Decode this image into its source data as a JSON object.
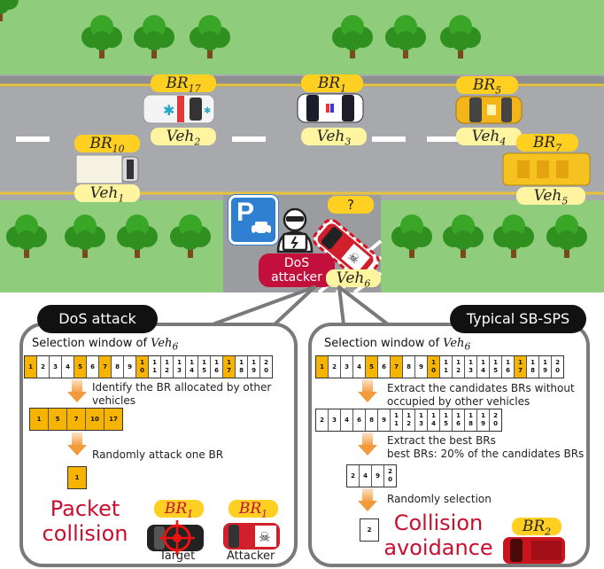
{
  "scene": {
    "vehicles": [
      {
        "br": "BR",
        "br_sub": "17",
        "veh": "Veh",
        "veh_sub": "2"
      },
      {
        "br": "BR",
        "br_sub": "1",
        "veh": "Veh",
        "veh_sub": "3"
      },
      {
        "br": "BR",
        "br_sub": "5",
        "veh": "Veh",
        "veh_sub": "4"
      },
      {
        "br": "BR",
        "br_sub": "10",
        "veh": "Veh",
        "veh_sub": "1"
      },
      {
        "br": "BR",
        "br_sub": "7",
        "veh": "Veh",
        "veh_sub": "5"
      }
    ],
    "attacker_label": "?",
    "dos_attacker_line1": "DoS",
    "dos_attacker_line2": "attacker",
    "attacker_veh": "Veh",
    "attacker_veh_sub": "6",
    "parking_letter": "P"
  },
  "left": {
    "tab": "DoS attack",
    "window_prefix": "Selection window of ",
    "window_var": "Veh",
    "window_sub": "6",
    "window_cells": [
      {
        "top": "1",
        "bottom": "",
        "hl": true
      },
      {
        "top": "2",
        "bottom": "",
        "hl": false
      },
      {
        "top": "3",
        "bottom": "",
        "hl": false
      },
      {
        "top": "4",
        "bottom": "",
        "hl": false
      },
      {
        "top": "5",
        "bottom": "",
        "hl": true
      },
      {
        "top": "6",
        "bottom": "",
        "hl": false
      },
      {
        "top": "7",
        "bottom": "",
        "hl": true
      },
      {
        "top": "8",
        "bottom": "",
        "hl": false
      },
      {
        "top": "9",
        "bottom": "",
        "hl": false
      },
      {
        "top": "1",
        "bottom": "0",
        "hl": true
      },
      {
        "top": "1",
        "bottom": "1",
        "hl": false
      },
      {
        "top": "1",
        "bottom": "2",
        "hl": false
      },
      {
        "top": "1",
        "bottom": "3",
        "hl": false
      },
      {
        "top": "1",
        "bottom": "4",
        "hl": false
      },
      {
        "top": "1",
        "bottom": "5",
        "hl": false
      },
      {
        "top": "1",
        "bottom": "6",
        "hl": false
      },
      {
        "top": "1",
        "bottom": "7",
        "hl": true
      },
      {
        "top": "1",
        "bottom": "8",
        "hl": false
      },
      {
        "top": "1",
        "bottom": "9",
        "hl": false
      },
      {
        "top": "2",
        "bottom": "0",
        "hl": false
      }
    ],
    "step1": "Identify the BR allocated by other vehicles",
    "step1_cells": [
      "1",
      "5",
      "7",
      "10",
      "17"
    ],
    "step2": "Randomly attack one BR",
    "step2_cells": [
      "1"
    ],
    "result_line1": "Packet",
    "result_line2": "collision",
    "target_br": "BR",
    "target_br_sub": "1",
    "attacker_br": "BR",
    "attacker_br_sub": "1",
    "target_caption": "Target",
    "attacker_caption": "Attacker"
  },
  "right": {
    "tab": "Typical SB-SPS",
    "window_prefix": "Selection window of ",
    "window_var": "Veh",
    "window_sub": "6",
    "window_cells": [
      {
        "top": "1",
        "bottom": "",
        "hl": true
      },
      {
        "top": "2",
        "bottom": "",
        "hl": false
      },
      {
        "top": "3",
        "bottom": "",
        "hl": false
      },
      {
        "top": "4",
        "bottom": "",
        "hl": false
      },
      {
        "top": "5",
        "bottom": "",
        "hl": true
      },
      {
        "top": "6",
        "bottom": "",
        "hl": false
      },
      {
        "top": "7",
        "bottom": "",
        "hl": true
      },
      {
        "top": "8",
        "bottom": "",
        "hl": false
      },
      {
        "top": "9",
        "bottom": "",
        "hl": false
      },
      {
        "top": "1",
        "bottom": "0",
        "hl": true
      },
      {
        "top": "1",
        "bottom": "1",
        "hl": false
      },
      {
        "top": "1",
        "bottom": "2",
        "hl": false
      },
      {
        "top": "1",
        "bottom": "3",
        "hl": false
      },
      {
        "top": "1",
        "bottom": "4",
        "hl": false
      },
      {
        "top": "1",
        "bottom": "5",
        "hl": false
      },
      {
        "top": "1",
        "bottom": "6",
        "hl": false
      },
      {
        "top": "1",
        "bottom": "7",
        "hl": true
      },
      {
        "top": "1",
        "bottom": "8",
        "hl": false
      },
      {
        "top": "1",
        "bottom": "9",
        "hl": false
      },
      {
        "top": "2",
        "bottom": "0",
        "hl": false
      }
    ],
    "step1": "Extract the candidates BRs without occupied by other vehicles",
    "step1_cells": [
      {
        "top": "2",
        "bottom": ""
      },
      {
        "top": "3",
        "bottom": ""
      },
      {
        "top": "4",
        "bottom": ""
      },
      {
        "top": "6",
        "bottom": ""
      },
      {
        "top": "8",
        "bottom": ""
      },
      {
        "top": "9",
        "bottom": ""
      },
      {
        "top": "1",
        "bottom": "1"
      },
      {
        "top": "1",
        "bottom": "2"
      },
      {
        "top": "1",
        "bottom": "3"
      },
      {
        "top": "1",
        "bottom": "4"
      },
      {
        "top": "1",
        "bottom": "5"
      },
      {
        "top": "1",
        "bottom": "6"
      },
      {
        "top": "1",
        "bottom": "8"
      },
      {
        "top": "1",
        "bottom": "9"
      },
      {
        "top": "2",
        "bottom": "0"
      }
    ],
    "step2_line1": "Extract the best BRs",
    "step2_line2": "best BRs: 20% of the candidates BRs",
    "step2_cells": [
      {
        "top": "2",
        "bottom": ""
      },
      {
        "top": "4",
        "bottom": ""
      },
      {
        "top": "9",
        "bottom": ""
      },
      {
        "top": "2",
        "bottom": "0"
      }
    ],
    "step3": "Randomly selection",
    "step3_cells": [
      "2"
    ],
    "result_line1": "Collision",
    "result_line2": "avoidance",
    "car_br": "BR",
    "car_br_sub": "2"
  }
}
